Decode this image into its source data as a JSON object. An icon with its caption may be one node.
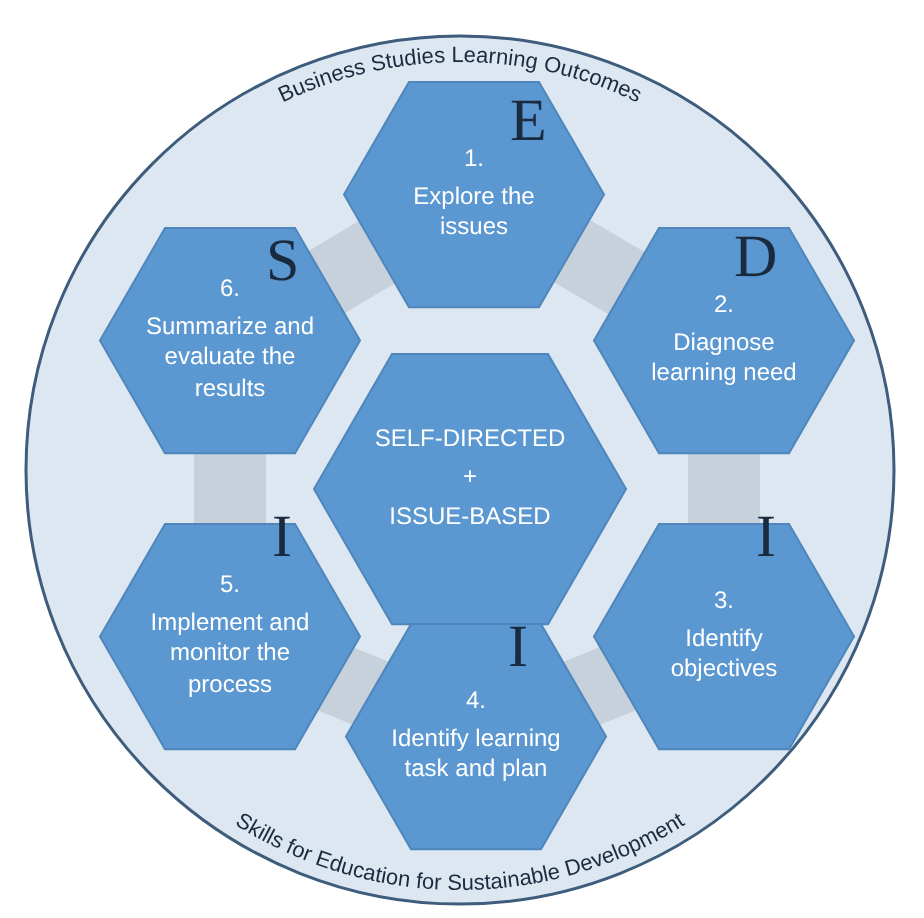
{
  "diagram": {
    "nodes": [
      {
        "text": [
          "Business Studies Learning Outcomes",
          "Skills for Education for Sustainable Development"
        ]
      },
      {
        "text": [
          "SELF-DIRECTED + ISSUE-BASED"
        ],
        "in": 0
      },
      {
        "text": [
          "E",
          "1.",
          "Explore the issues"
        ],
        "in": 0
      },
      {
        "text": [
          "D",
          "2.",
          "Diagnose learning need"
        ],
        "in": 0
      },
      {
        "text": [
          "I",
          "3.",
          "Identify objectives"
        ],
        "in": 0
      },
      {
        "text": [
          "I",
          "4.",
          "Identify learning task and plan"
        ],
        "in": 0
      },
      {
        "text": [
          "I",
          "5.",
          "Implement and monitor the process"
        ],
        "in": 0
      },
      {
        "text": [
          "S",
          "6.",
          "Summarize and evaluate the results"
        ],
        "in": 0
      }
    ]
  }
}
